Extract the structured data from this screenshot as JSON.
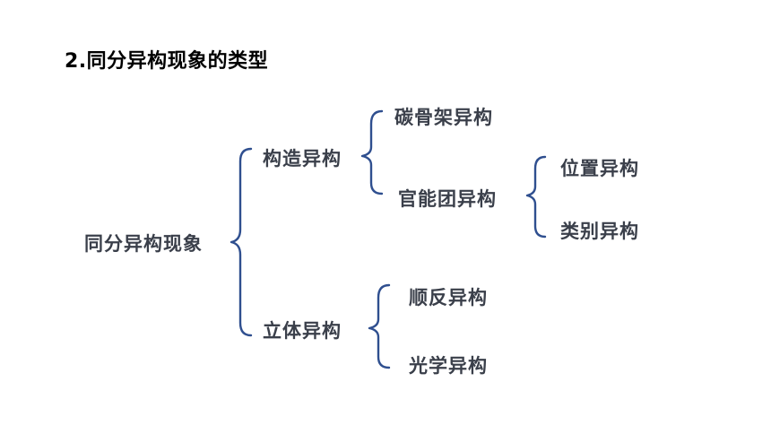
{
  "title": "2.同分异构现象的类型",
  "tree": {
    "root": "同分异构现象",
    "structural": {
      "label": "构造异构",
      "children": [
        "碳骨架异构",
        "官能团异构"
      ],
      "functional_children": [
        "位置异构",
        "类别异构"
      ]
    },
    "stereo": {
      "label": "立体异构",
      "children": [
        "顺反异构",
        "光学异构"
      ]
    }
  },
  "colors": {
    "bracket": "#2f4f8f",
    "text": "#3a3f4a",
    "title": "#000000"
  }
}
